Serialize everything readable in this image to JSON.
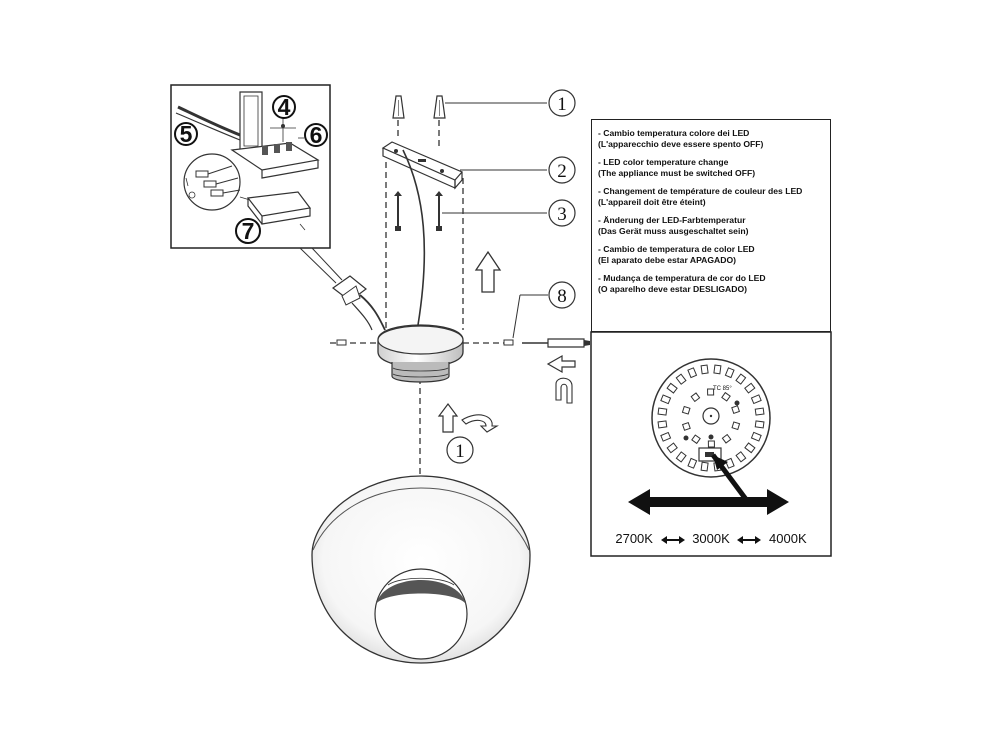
{
  "callouts": [
    "1",
    "2",
    "3",
    "8",
    "1"
  ],
  "inset_numbers": [
    "4",
    "5",
    "6",
    "7"
  ],
  "led_board": {
    "marking": "TC 85°"
  },
  "instructions": [
    {
      "line1": "- Cambio temperatura colore dei LED",
      "line2": "(L'apparecchio deve essere spento OFF)"
    },
    {
      "line1": "- LED color temperature change",
      "line2": "(The appliance must be switched OFF)"
    },
    {
      "line1": "- Changement de température de couleur des LED",
      "line2": "(L'appareil doit être éteint)"
    },
    {
      "line1": "- Änderung der LED-Farbtemperatur",
      "line2": "(Das Gerät muss ausgeschaltet sein)"
    },
    {
      "line1": "- Cambio de temperatura de color LED",
      "line2": "(El aparato debe estar APAGADO)"
    },
    {
      "line1": "- Mudança de temperatura de cor do LED",
      "line2": "(O aparelho deve estar DESLIGADO)"
    }
  ],
  "color_temps": [
    "2700K",
    "3000K",
    "4000K"
  ]
}
